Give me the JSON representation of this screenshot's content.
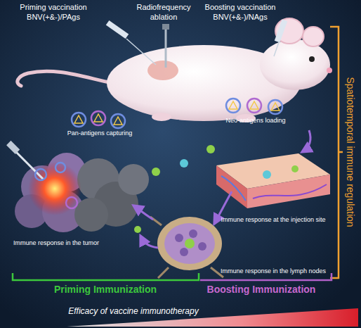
{
  "diagram": {
    "labels": [
      "Priming vaccination",
      "BNV(+&-)/PAgs",
      "Radiofrequency",
      "ablation",
      "Boosting vaccination",
      "BNV(+&-)/NAgs",
      "Spatiotemporal immune regulation",
      "Pan-antigens capturing",
      "Neo-antigens loading",
      "Immune response at the injection site",
      "Immune response in the tumor",
      "Immune response in the lymph nodes",
      "Priming Immunization",
      "Boosting Immunization",
      "Efficacy of vaccine immunotherapy"
    ]
  }
}
